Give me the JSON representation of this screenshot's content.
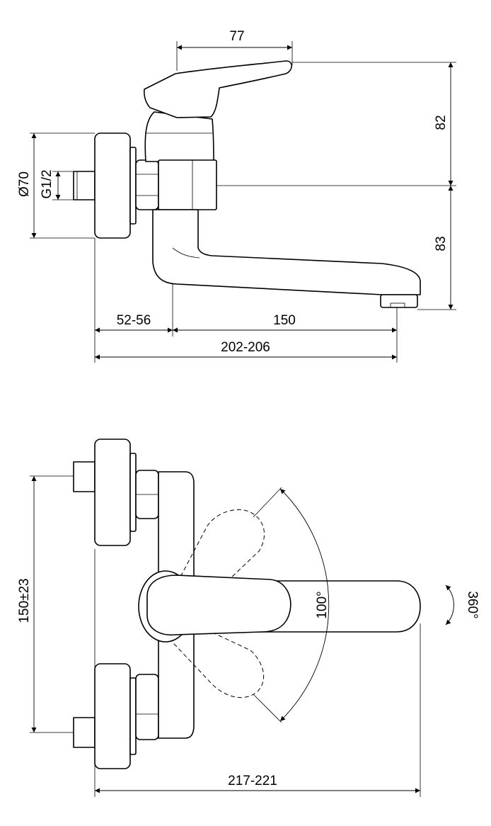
{
  "side_view": {
    "dim_handle_width": "77",
    "dim_handle_height": "82",
    "dim_spout_height": "83",
    "dim_flange_diameter": "Ø70",
    "dim_thread": "G1/2",
    "dim_wall_offset": "52-56",
    "dim_spout_reach": "150",
    "dim_total_reach": "202-206"
  },
  "top_view": {
    "dim_inlet_spacing": "150±23",
    "dim_swing_angle": "100°",
    "dim_rotation": "360°",
    "dim_total_length": "217-221"
  },
  "colors": {
    "line": "#000000",
    "background": "#ffffff"
  }
}
